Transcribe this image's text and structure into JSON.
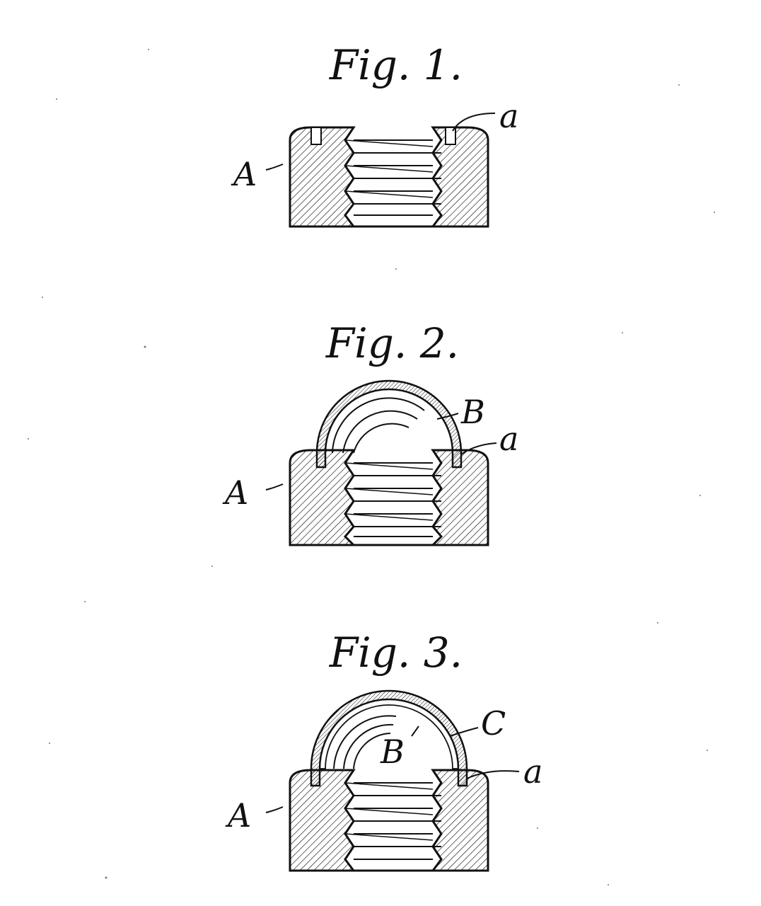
{
  "figures": [
    {
      "title": "Fig. 1.",
      "labels": {
        "body": "A",
        "recess": "a"
      }
    },
    {
      "title": "Fig. 2.",
      "labels": {
        "body": "A",
        "recess": "a",
        "cap": "B"
      }
    },
    {
      "title": "Fig. 3.",
      "labels": {
        "body": "A",
        "recess": "a",
        "cap": "B",
        "cover": "C"
      }
    }
  ],
  "colors": {
    "ink": "#111111",
    "paper": "#ffffff"
  }
}
